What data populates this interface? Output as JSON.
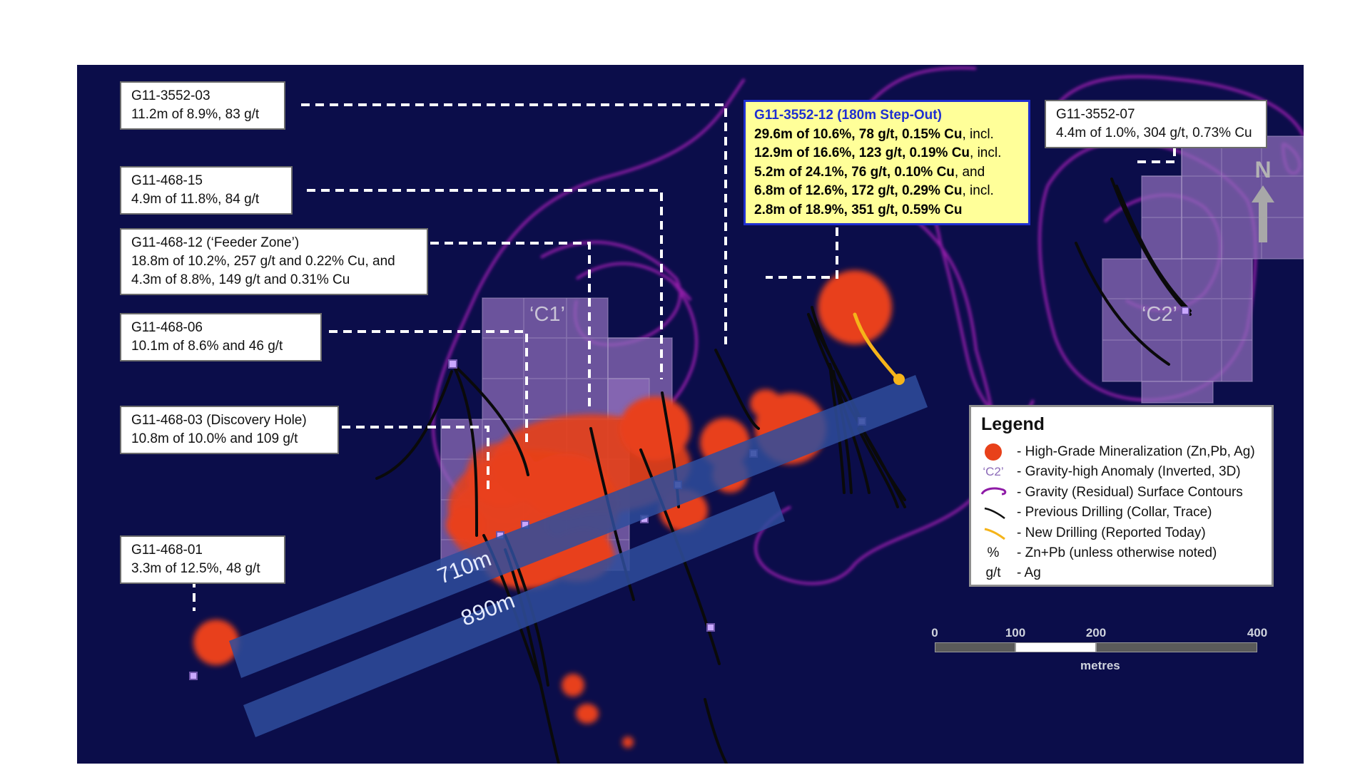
{
  "map": {
    "callouts": [
      {
        "id": "G11-3552-03",
        "line1": "G11-3552-03",
        "line2": "11.2m of 8.9%, 83 g/t"
      },
      {
        "id": "G11-468-15",
        "line1": "G11-468-15",
        "line2": "4.9m of 11.8%, 84 g/t"
      },
      {
        "id": "G11-468-12",
        "line1": "G11-468-12 (‘Feeder Zone’)",
        "line2": "18.8m of 10.2%, 257 g/t and 0.22% Cu, and",
        "line3": "4.3m of 8.8%, 149 g/t and 0.31% Cu"
      },
      {
        "id": "G11-468-06",
        "line1": "G11-468-06",
        "line2": "10.1m of 8.6% and 46 g/t"
      },
      {
        "id": "G11-468-03",
        "line1": "G11-468-03 (Discovery Hole)",
        "line2": "10.8m of 10.0% and 109 g/t"
      },
      {
        "id": "G11-468-01",
        "line1": "G11-468-01",
        "line2": "3.3m of 12.5%, 48 g/t"
      },
      {
        "id": "G11-3552-07",
        "line1": "G11-3552-07",
        "line2": "4.4m of 1.0%, 304 g/t, 0.73% Cu"
      }
    ],
    "highlight": {
      "title": "G11-3552-12 (180m Step-Out)",
      "rows": [
        {
          "bold": "29.6m of 10.6%, 78 g/t, 0.15% Cu",
          "rest": ", incl."
        },
        {
          "bold": "12.9m of 16.6%, 123 g/t, 0.19% Cu",
          "rest": ", incl."
        },
        {
          "bold": "5.2m of 24.1%, 76 g/t, 0.10% Cu",
          "rest": ", and"
        },
        {
          "bold": "6.8m of 12.6%, 172 g/t, 0.29% Cu",
          "rest": ", incl."
        },
        {
          "bold": "2.8m of 18.9%, 351 g/t, 0.59% Cu",
          "rest": ""
        }
      ]
    },
    "anomaly_labels": {
      "c1": "‘C1’",
      "c2": "‘C2’"
    },
    "bands": {
      "b1": "710m",
      "b2": "890m"
    },
    "north_label": "N",
    "legend": {
      "title": "Legend",
      "items": [
        {
          "symbol": "",
          "text": "- High-Grade Mineralization (Zn,Pb, Ag)"
        },
        {
          "symbol": "‘C2’",
          "text": "- Gravity-high Anomaly (Inverted, 3D)"
        },
        {
          "symbol": "",
          "text": "- Gravity (Residual) Surface Contours"
        },
        {
          "symbol": "",
          "text": "- Previous Drilling (Collar, Trace)"
        },
        {
          "symbol": "",
          "text": "- New Drilling (Reported Today)"
        },
        {
          "symbol": "%",
          "text": "- Zn+Pb (unless otherwise noted)"
        },
        {
          "symbol": "g/t",
          "text": "- Ag"
        }
      ]
    },
    "scale_bar": {
      "ticks": [
        "0",
        "100",
        "200",
        "400"
      ],
      "unit": "metres"
    },
    "colors": {
      "background": "#0b0d4a",
      "mineralization": "#e8411a",
      "anomaly": "#8c6bb8",
      "contour": "#8e1aa6",
      "new_drill": "#f5b41a",
      "band": "#2f4d9c",
      "highlight_border": "#1f2fd1",
      "highlight_fill": "#ffff99"
    }
  }
}
